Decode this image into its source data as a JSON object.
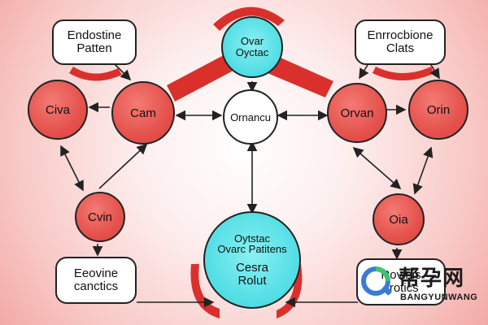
{
  "colors": {
    "node_red": "#e5524d",
    "node_cyan": "#4fdde4",
    "band_red": "#d9302c",
    "outline": "#222222"
  },
  "boxes": {
    "top_left": [
      "Endostine",
      "Patten"
    ],
    "top_right": [
      "Enrrocbione",
      "Clats"
    ],
    "bottom_left": [
      "Eeovine",
      "canctics"
    ],
    "bottom_right": [
      "Rovinis",
      "srotics"
    ]
  },
  "nodes": {
    "top_center": [
      "Ovar",
      "Oyctac"
    ],
    "center": "Ornancu",
    "left_outer": "Civa",
    "left_inner": "Cam",
    "left_low": "Cvin",
    "right_inner": "Orvan",
    "right_outer": "Orin",
    "right_low": "Oia",
    "bottom_center": [
      "Oytstac",
      "Ovarc Patitens",
      "Cesra",
      "Rolut"
    ]
  },
  "watermark": {
    "text_cn": "帮孕网",
    "text_en": "BANGYUNWANG"
  }
}
